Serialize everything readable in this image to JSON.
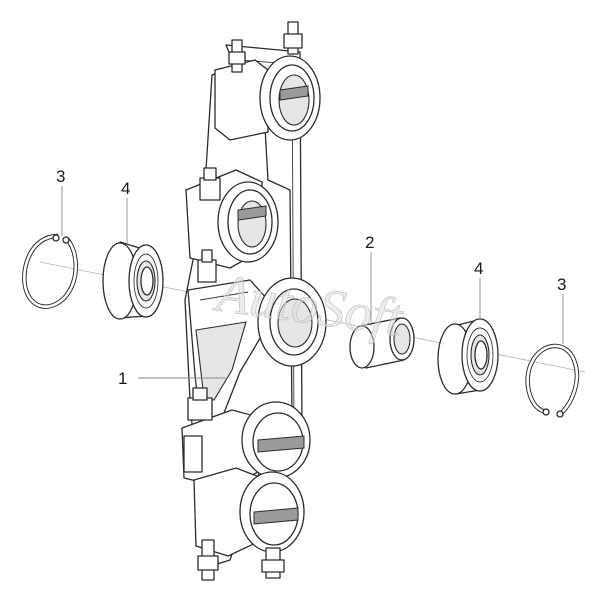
{
  "callouts": [
    {
      "id": "c1",
      "label": "1"
    },
    {
      "id": "c2",
      "label": "2"
    },
    {
      "id": "c3-left",
      "label": "3"
    },
    {
      "id": "c4-left",
      "label": "4"
    },
    {
      "id": "c4-right",
      "label": "4"
    },
    {
      "id": "c3-right",
      "label": "3"
    }
  ],
  "watermark": "AutoSoft"
}
